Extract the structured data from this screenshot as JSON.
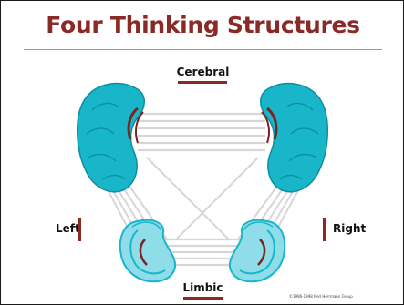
{
  "title": "Four Thinking Structures",
  "labels": {
    "top": "Cerebral",
    "bottom": "Limbic",
    "left": "Left",
    "right": "Right"
  },
  "copyright": "©1986-1998 Ned Herrmann Group",
  "colors": {
    "title": "#8a2a26",
    "accent_bar": "#8a2a26",
    "hemisphere_fill": "#19b6c9",
    "hemisphere_dark": "#0a8ea0",
    "limbic_fill": "#8fdde8",
    "inner_curve": "#7a2420",
    "connector": "#d6d6d6"
  }
}
